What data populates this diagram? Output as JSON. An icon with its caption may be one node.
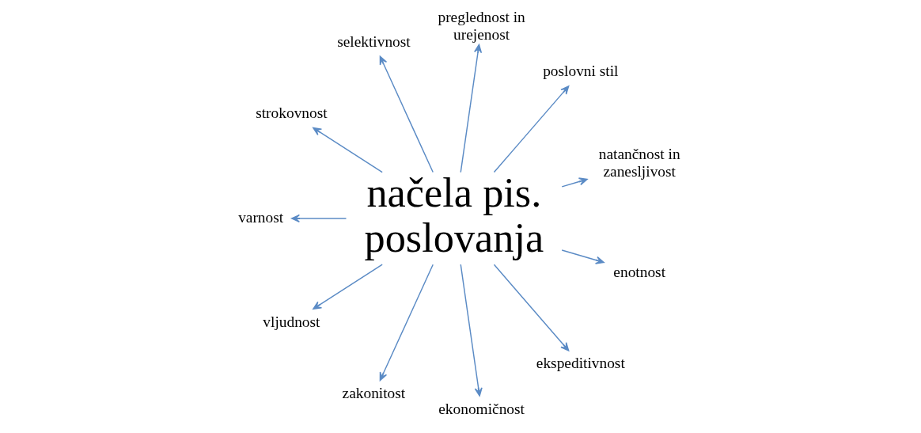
{
  "diagram": {
    "nodes": [
      {
        "text": [
          "načela pis. poslovanja"
        ]
      },
      {
        "text": [
          "natančnost in zanesljivost"
        ]
      },
      {
        "text": [
          "poslovni stil"
        ]
      },
      {
        "text": [
          "preglednost in urejenost"
        ]
      },
      {
        "text": [
          "selektivnost"
        ]
      },
      {
        "text": [
          "strokovnost"
        ]
      },
      {
        "text": [
          "varnost"
        ]
      },
      {
        "text": [
          "vljudnost"
        ]
      },
      {
        "text": [
          "zakonitost"
        ]
      },
      {
        "text": [
          "ekonomičnost"
        ]
      },
      {
        "text": [
          "ekspeditivnost"
        ]
      },
      {
        "text": [
          "enotnost"
        ]
      }
    ],
    "edges": [
      {
        "from": 0,
        "to": 1,
        "arrow": "to"
      },
      {
        "from": 0,
        "to": 2,
        "arrow": "to"
      },
      {
        "from": 0,
        "to": 3,
        "arrow": "to"
      },
      {
        "from": 0,
        "to": 4,
        "arrow": "to"
      },
      {
        "from": 0,
        "to": 5,
        "arrow": "to"
      },
      {
        "from": 0,
        "to": 6,
        "arrow": "to"
      },
      {
        "from": 0,
        "to": 7,
        "arrow": "to"
      },
      {
        "from": 0,
        "to": 8,
        "arrow": "to"
      },
      {
        "from": 0,
        "to": 9,
        "arrow": "to"
      },
      {
        "from": 0,
        "to": 10,
        "arrow": "to"
      },
      {
        "from": 0,
        "to": 11,
        "arrow": "to"
      }
    ]
  }
}
